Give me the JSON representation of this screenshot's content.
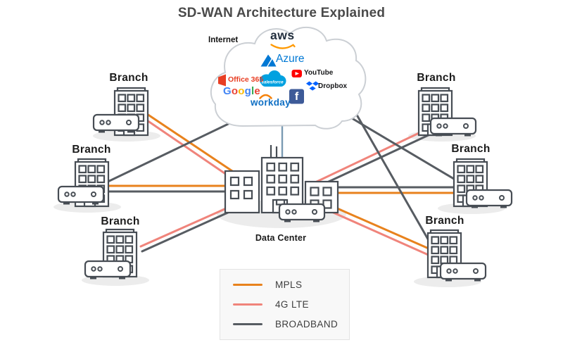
{
  "title": "SD-WAN Architecture Explained",
  "cloud": {
    "label": "Internet",
    "logos": {
      "aws": "aws",
      "azure": "Azure",
      "office365": "Office 365",
      "salesforce": "salesforce",
      "youtube": "YouTube",
      "dropbox": "Dropbox",
      "workday": "workday",
      "facebook_f": "f",
      "google": {
        "letters": [
          {
            "ch": "G",
            "color": "#4285F4"
          },
          {
            "ch": "o",
            "color": "#EA4335"
          },
          {
            "ch": "o",
            "color": "#FBBC05"
          },
          {
            "ch": "g",
            "color": "#4285F4"
          },
          {
            "ch": "l",
            "color": "#34A853"
          },
          {
            "ch": "e",
            "color": "#EA4335"
          }
        ]
      }
    }
  },
  "nodes": {
    "branch_label": "Branch",
    "data_center_label": "Data Center"
  },
  "legend": {
    "items": [
      {
        "label": "MPLS",
        "type": "mpls"
      },
      {
        "label": "4G LTE",
        "type": "lte"
      },
      {
        "label": "BROADBAND",
        "type": "broadband"
      }
    ]
  },
  "links": [
    {
      "from": "branch-top-left",
      "to": "data-center",
      "transports": [
        "MPLS",
        "4G LTE"
      ]
    },
    {
      "from": "branch-mid-left",
      "to": "data-center",
      "transports": [
        "MPLS",
        "BROADBAND"
      ]
    },
    {
      "from": "branch-mid-left",
      "to": "internet",
      "transports": [
        "BROADBAND"
      ]
    },
    {
      "from": "branch-bottom-left",
      "to": "data-center",
      "transports": [
        "4G LTE",
        "BROADBAND"
      ]
    },
    {
      "from": "branch-top-right",
      "to": "data-center",
      "transports": [
        "4G LTE",
        "BROADBAND"
      ]
    },
    {
      "from": "branch-mid-right",
      "to": "data-center",
      "transports": [
        "MPLS",
        "BROADBAND"
      ]
    },
    {
      "from": "branch-mid-right",
      "to": "internet",
      "transports": [
        "BROADBAND"
      ]
    },
    {
      "from": "branch-bottom-right",
      "to": "data-center",
      "transports": [
        "MPLS",
        "4G LTE"
      ]
    },
    {
      "from": "branch-bottom-right",
      "to": "internet",
      "transports": [
        "BROADBAND"
      ]
    },
    {
      "from": "data-center",
      "to": "internet",
      "transports": [
        "internet-uplink"
      ]
    }
  ],
  "colors": {
    "mpls": "#E8821D",
    "lte": "#F0847B",
    "broadband": "#575C62",
    "net": "#7B9BB3",
    "outline": "#474D54",
    "shadow": "#ECECEC",
    "cloud_stroke": "#CBCFD4",
    "title_text": "#4A4A4A",
    "label_text": "#1B1B1B",
    "legend_text": "#3D3D3D",
    "legend_bg": "#F8F8F8",
    "legend_border": "#E3E3E3",
    "aws_text": "#232F3E",
    "aws_smile": "#FF9900",
    "azure": "#0078D4",
    "office365": "#E83E23",
    "salesforce": "#00A1E0",
    "youtube_red": "#FF0000",
    "logo_dark": "#17181A",
    "dropbox": "#0061FF",
    "facebook": "#3D5A98",
    "workday_text": "#0F6FC4",
    "workday_arc": "#F5820B"
  }
}
